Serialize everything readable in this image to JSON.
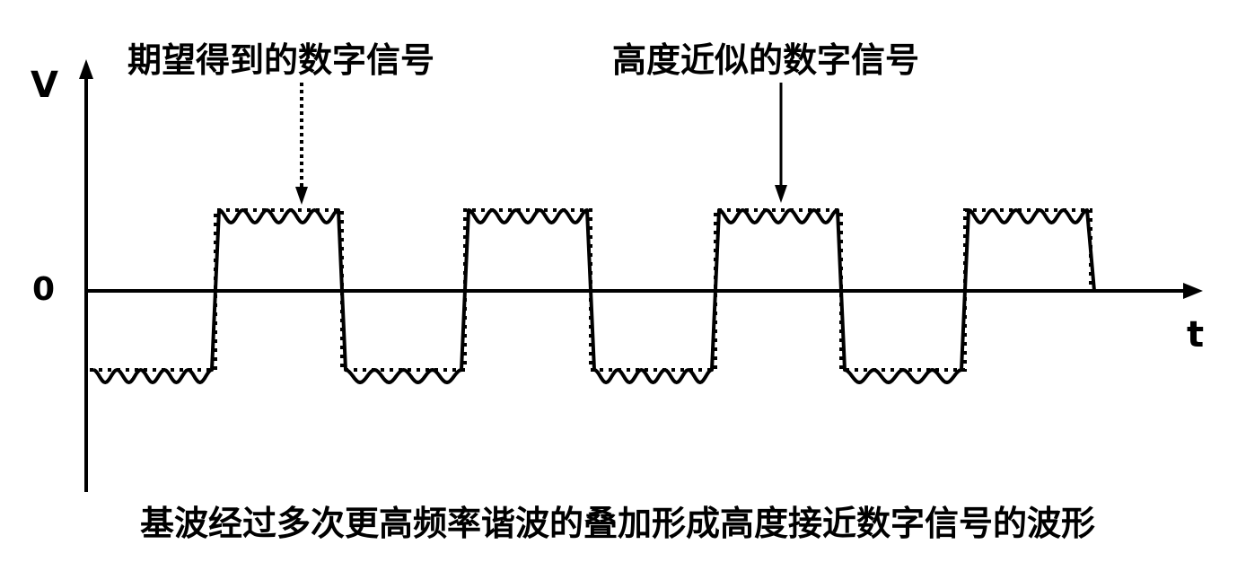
{
  "labels": {
    "y_axis": "V",
    "x_axis": "t",
    "zero": "0",
    "ideal_signal": "期望得到的数字信号",
    "approx_signal": "高度近似的数字信号",
    "caption": "基波经过多次更高频率谐波的叠加形成高度接近数字信号的波形"
  },
  "colors": {
    "line": "#000000",
    "background": "#ffffff"
  }
}
